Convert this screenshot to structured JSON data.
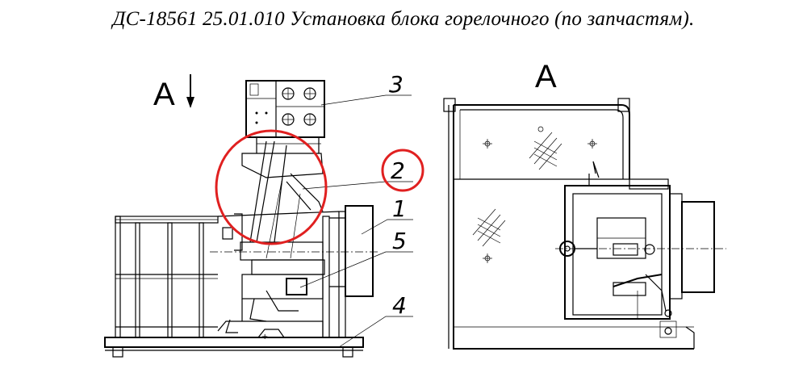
{
  "title": "ДС-18561 25.01.010  Установка блока горелочного  (по запчастям).",
  "views": {
    "side_view_label": "А",
    "front_view_label": "А"
  },
  "callouts": [
    {
      "id": "3",
      "label": "3"
    },
    {
      "id": "2",
      "label": "2",
      "highlighted": true
    },
    {
      "id": "1",
      "label": "1"
    },
    {
      "id": "5",
      "label": "5"
    },
    {
      "id": "4",
      "label": "4"
    }
  ],
  "colors": {
    "line": "#000000",
    "highlight": "#e02020",
    "background": "#ffffff"
  }
}
